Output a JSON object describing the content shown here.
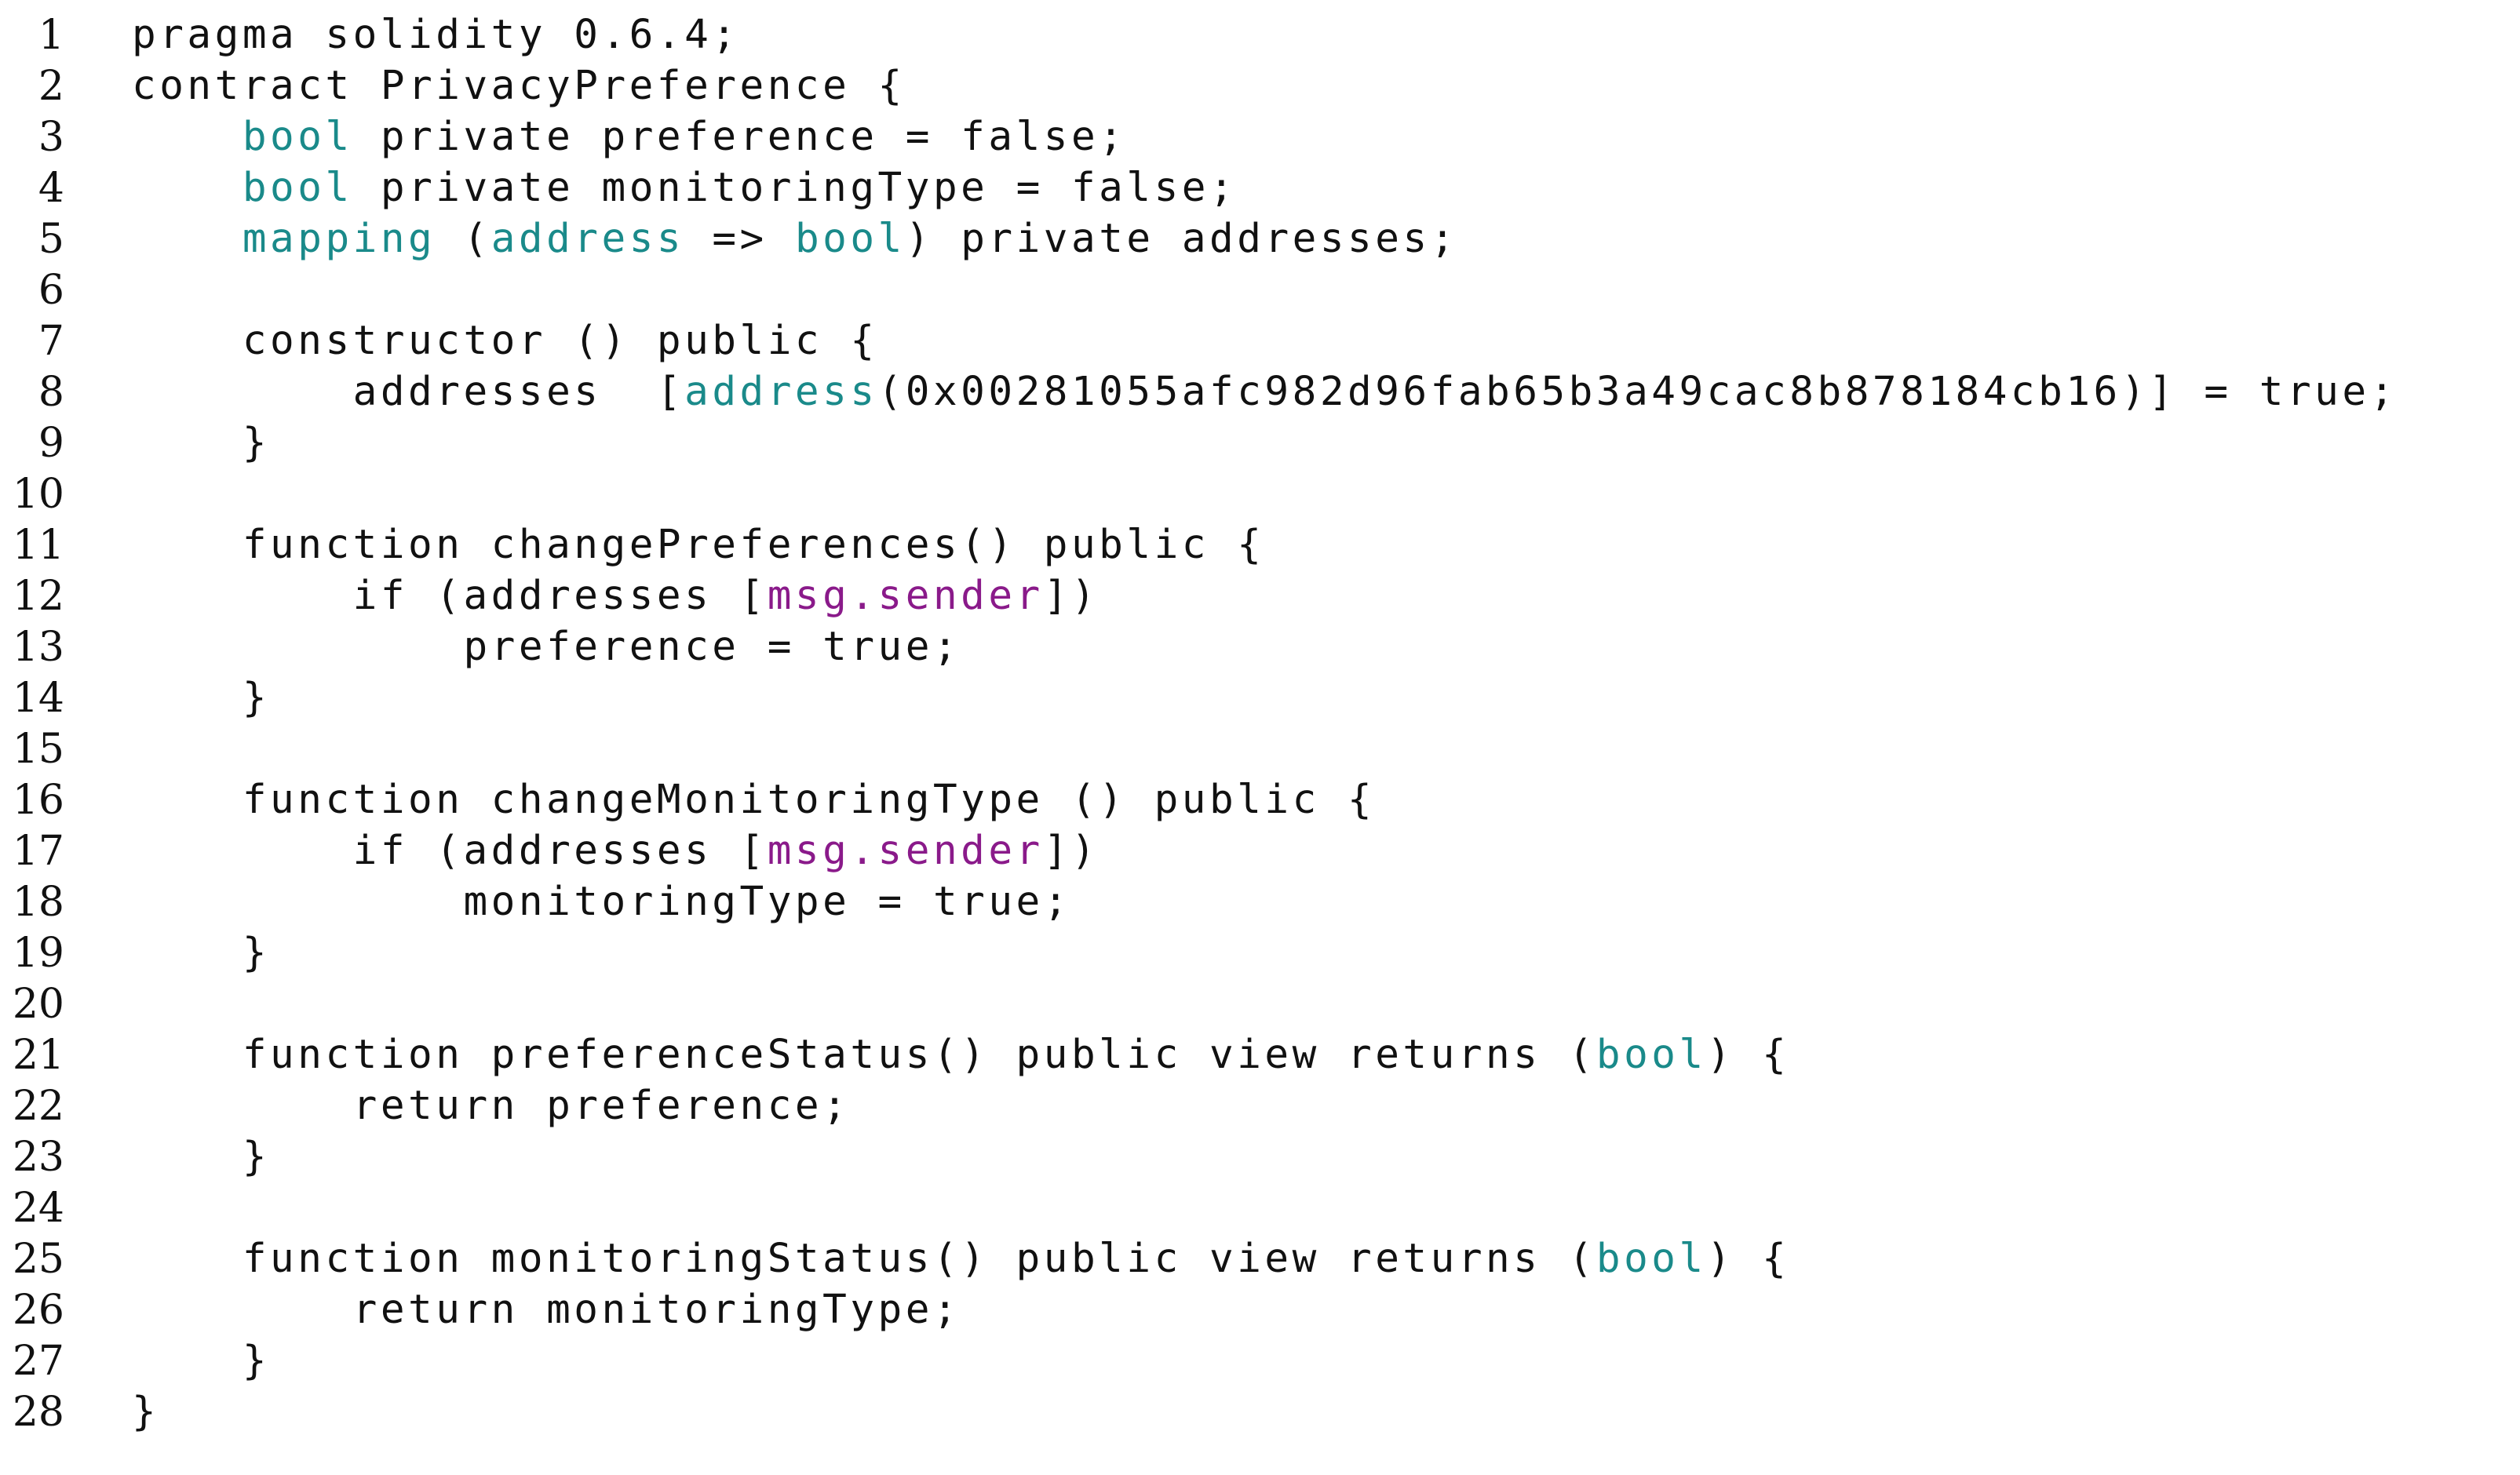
{
  "listing": {
    "lines": [
      {
        "number": "1",
        "indent": 0,
        "tokens": [
          {
            "text": "pragma solidity 0.6.4;",
            "kind": "plain"
          }
        ]
      },
      {
        "number": "2",
        "indent": 0,
        "tokens": [
          {
            "text": "contract PrivacyPreference {",
            "kind": "plain"
          }
        ]
      },
      {
        "number": "3",
        "indent": 1,
        "tokens": [
          {
            "text": "bool",
            "kind": "type"
          },
          {
            "text": " private preference = false;",
            "kind": "plain"
          }
        ]
      },
      {
        "number": "4",
        "indent": 1,
        "tokens": [
          {
            "text": "bool",
            "kind": "type"
          },
          {
            "text": " private monitoringType = false;",
            "kind": "plain"
          }
        ]
      },
      {
        "number": "5",
        "indent": 1,
        "tokens": [
          {
            "text": "mapping",
            "kind": "type"
          },
          {
            "text": " (",
            "kind": "plain"
          },
          {
            "text": "address",
            "kind": "type"
          },
          {
            "text": " => ",
            "kind": "plain"
          },
          {
            "text": "bool",
            "kind": "type"
          },
          {
            "text": ") private addresses;",
            "kind": "plain"
          }
        ]
      },
      {
        "number": "6",
        "indent": 0,
        "tokens": []
      },
      {
        "number": "7",
        "indent": 1,
        "tokens": [
          {
            "text": "constructor () public {",
            "kind": "plain"
          }
        ]
      },
      {
        "number": "8",
        "indent": 2,
        "tokens": [
          {
            "text": "addresses  [",
            "kind": "plain"
          },
          {
            "text": "address",
            "kind": "type"
          },
          {
            "text": "(0x00281055afc982d96fab65b3a49cac8b878184cb16)] = true;",
            "kind": "plain"
          }
        ]
      },
      {
        "number": "9",
        "indent": 1,
        "tokens": [
          {
            "text": "}",
            "kind": "plain"
          }
        ]
      },
      {
        "number": "10",
        "indent": 0,
        "tokens": []
      },
      {
        "number": "11",
        "indent": 1,
        "tokens": [
          {
            "text": "function changePreferences() public {",
            "kind": "plain"
          }
        ]
      },
      {
        "number": "12",
        "indent": 2,
        "tokens": [
          {
            "text": "if (addresses [",
            "kind": "plain"
          },
          {
            "text": "msg.sender",
            "kind": "msg"
          },
          {
            "text": "])",
            "kind": "plain"
          }
        ]
      },
      {
        "number": "13",
        "indent": 3,
        "tokens": [
          {
            "text": "preference = true;",
            "kind": "plain"
          }
        ]
      },
      {
        "number": "14",
        "indent": 1,
        "tokens": [
          {
            "text": "}",
            "kind": "plain"
          }
        ]
      },
      {
        "number": "15",
        "indent": 0,
        "tokens": []
      },
      {
        "number": "16",
        "indent": 1,
        "tokens": [
          {
            "text": "function changeMonitoringType () public {",
            "kind": "plain"
          }
        ]
      },
      {
        "number": "17",
        "indent": 2,
        "tokens": [
          {
            "text": "if (addresses [",
            "kind": "plain"
          },
          {
            "text": "msg.sender",
            "kind": "msg"
          },
          {
            "text": "])",
            "kind": "plain"
          }
        ]
      },
      {
        "number": "18",
        "indent": 3,
        "tokens": [
          {
            "text": "monitoringType = true;",
            "kind": "plain"
          }
        ]
      },
      {
        "number": "19",
        "indent": 1,
        "tokens": [
          {
            "text": "}",
            "kind": "plain"
          }
        ]
      },
      {
        "number": "20",
        "indent": 0,
        "tokens": []
      },
      {
        "number": "21",
        "indent": 1,
        "tokens": [
          {
            "text": "function preferenceStatus() public view returns (",
            "kind": "plain"
          },
          {
            "text": "bool",
            "kind": "type"
          },
          {
            "text": ") {",
            "kind": "plain"
          }
        ]
      },
      {
        "number": "22",
        "indent": 2,
        "tokens": [
          {
            "text": "return preference;",
            "kind": "plain"
          }
        ]
      },
      {
        "number": "23",
        "indent": 1,
        "tokens": [
          {
            "text": "}",
            "kind": "plain"
          }
        ]
      },
      {
        "number": "24",
        "indent": 0,
        "tokens": []
      },
      {
        "number": "25",
        "indent": 1,
        "tokens": [
          {
            "text": "function monitoringStatus() public view returns (",
            "kind": "plain"
          },
          {
            "text": "bool",
            "kind": "type"
          },
          {
            "text": ") {",
            "kind": "plain"
          }
        ]
      },
      {
        "number": "26",
        "indent": 2,
        "tokens": [
          {
            "text": "return monitoringType;",
            "kind": "plain"
          }
        ]
      },
      {
        "number": "27",
        "indent": 1,
        "tokens": [
          {
            "text": "}",
            "kind": "plain"
          }
        ]
      },
      {
        "number": "28",
        "indent": 0,
        "tokens": [
          {
            "text": "}",
            "kind": "plain"
          }
        ]
      }
    ]
  },
  "colors": {
    "text": "#111111",
    "type_keyword": "#1a8a8a",
    "msg_sender": "#8a1a8a",
    "background": "#ffffff"
  }
}
